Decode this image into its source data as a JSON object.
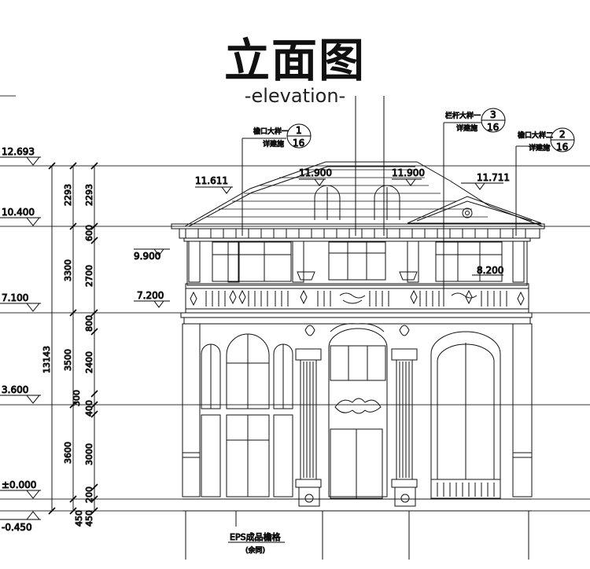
{
  "header": {
    "title": "立面图",
    "subtitle": "-elevation-"
  },
  "levels": {
    "l12693": "12.693",
    "l10400": "10.400",
    "l7100": "7.100",
    "l3600": "3.600",
    "l0000": "±0.000",
    "lm0450": "-0.450",
    "l11611": "11.611",
    "l11900a": "11.900",
    "l11900b": "11.900",
    "l11711": "11.711",
    "l9900": "9.900",
    "l7200": "7.200",
    "l8200": "8.200"
  },
  "dims_outer": {
    "total": "13143",
    "d1": "2293",
    "d2": "3300",
    "d3": "3500",
    "d4": "3600",
    "d5": "450"
  },
  "dims_inner": {
    "d1": "2293",
    "d2": "600",
    "d3": "2700",
    "d4": "800",
    "d5": "2400",
    "d6": "300",
    "d7": "400",
    "d8": "3000",
    "d9": "200",
    "d10": "450"
  },
  "callouts": {
    "c1": {
      "label1": "檐口大样一",
      "label2": "详建施",
      "num": "1",
      "sheet": "16"
    },
    "c2": {
      "label1": "栏杆大样一",
      "label2": "详建施",
      "num": "3",
      "sheet": "16"
    },
    "c3": {
      "label1": "檐口大样二",
      "label2": "详建施",
      "num": "2",
      "sheet": "16"
    }
  },
  "bottom_note": {
    "line1": "EPS成品檐格",
    "line2": "(余同)"
  }
}
